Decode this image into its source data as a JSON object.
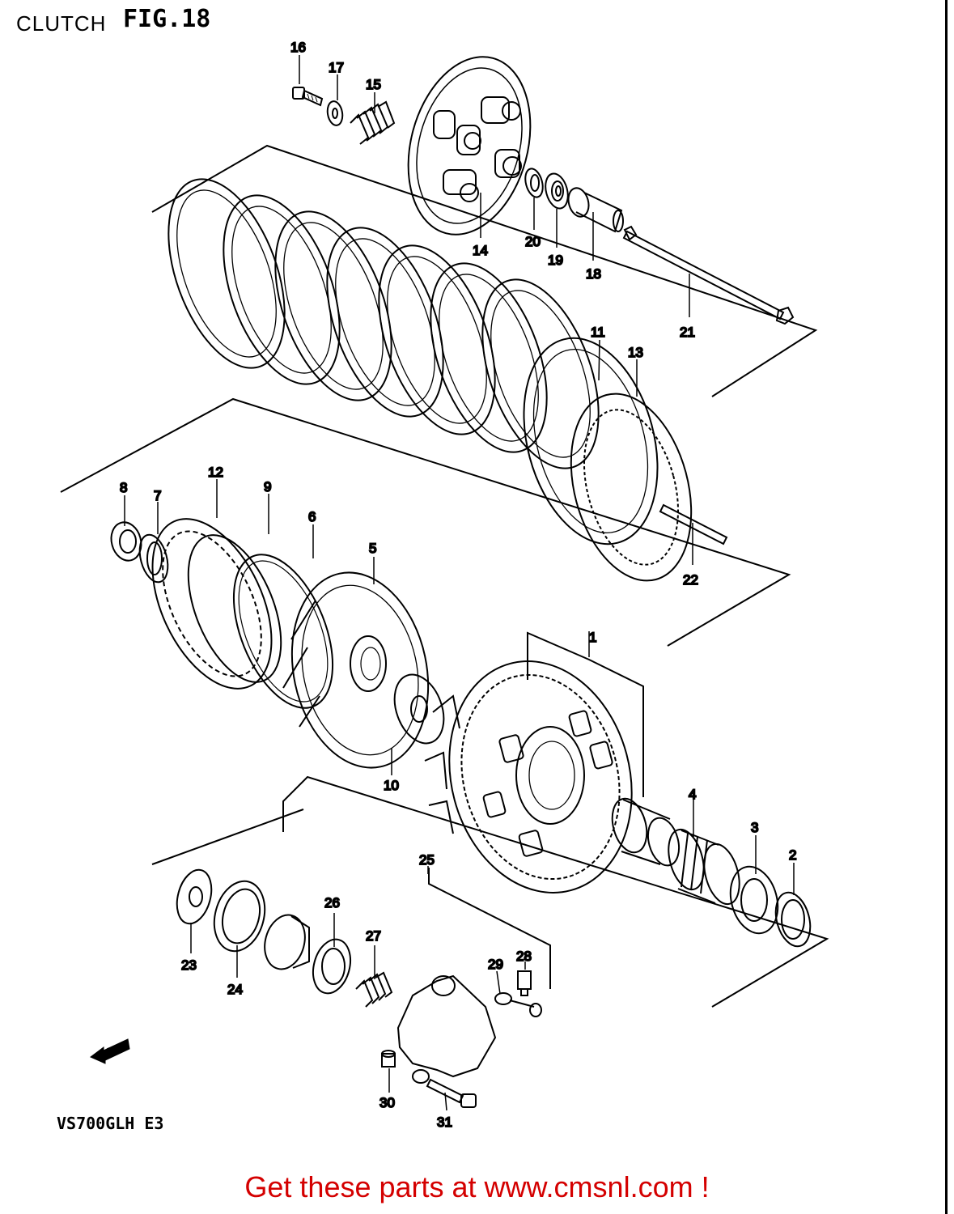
{
  "header": {
    "section": "CLUTCH",
    "figure": "FIG.18"
  },
  "model_code": "VS700GLH  E3",
  "footer": "Get these parts at www.cmsnl.com !",
  "forward_indicator": "FWD",
  "part_callouts": [
    "1",
    "2",
    "3",
    "4",
    "5",
    "6",
    "7",
    "8",
    "9",
    "10",
    "11",
    "12",
    "13",
    "14",
    "15",
    "16",
    "17",
    "18",
    "19",
    "20",
    "21",
    "22",
    "23",
    "24",
    "25",
    "26",
    "27",
    "28",
    "29",
    "30",
    "31"
  ],
  "colors": {
    "footer_text": "#d40000",
    "line_art": "#000000",
    "background": "#ffffff"
  }
}
